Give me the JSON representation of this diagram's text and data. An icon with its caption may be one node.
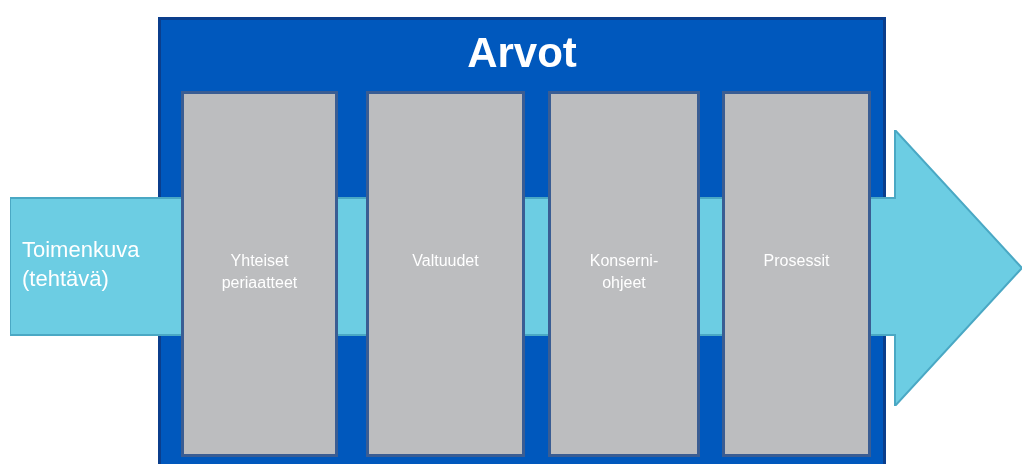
{
  "diagram": {
    "nodes": [
      {
        "text": [
          "Toimenkuva (tehtävä)"
        ]
      },
      {
        "text": [
          "Arvot"
        ]
      },
      {
        "text": [
          "Yhteiset periaatteet"
        ],
        "in": 1
      },
      {
        "text": [
          "Valtuudet"
        ],
        "in": 1
      },
      {
        "text": [
          "Konserni-ohjeet"
        ],
        "in": 1
      },
      {
        "text": [
          "Prosessit"
        ],
        "in": 1
      }
    ]
  }
}
